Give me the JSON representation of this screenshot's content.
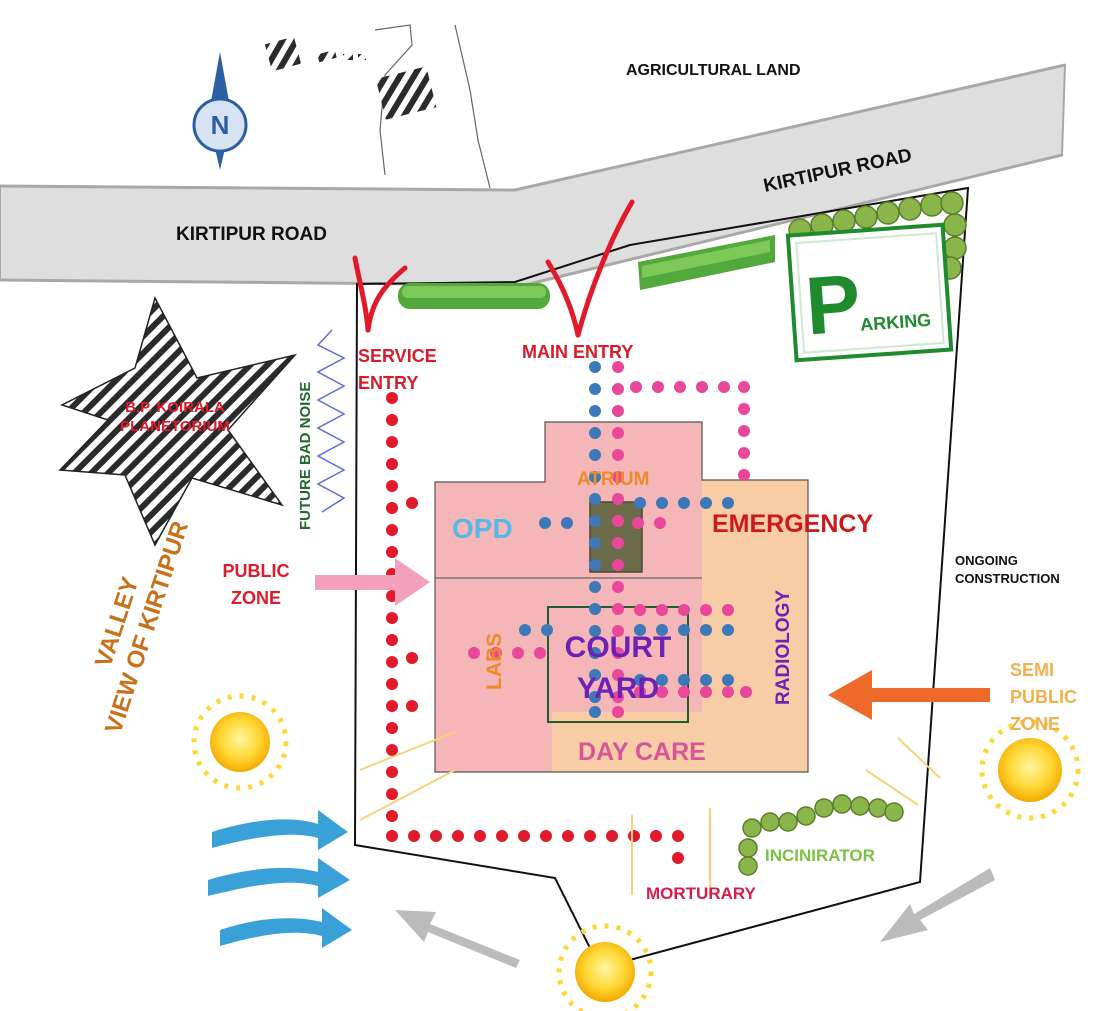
{
  "labels": {
    "agricultural_land": "AGRICULTURAL LAND",
    "road_left": "KIRTIPUR ROAD",
    "road_right": "KIRTIPUR ROAD",
    "service_entry": "SERVICE\nENTRY",
    "main_entry": "MAIN ENTRY",
    "planetorium": "B.P. KOIRALA\nPLANETORIUM",
    "future_noise": "FUTURE BAD NOISE",
    "view_valley": "VIEW OF KIRTIPUR\nVALLEY",
    "public_zone": "PUBLIC\nZONE",
    "semi_public_zone": "SEMI\nPUBLIC\nZONE",
    "ongoing_construction": "ONGOING\nCONSTRUCTION",
    "atrium": "ATRIUM",
    "opd": "OPD",
    "emergency": "EMERGENCY",
    "labs": "LABS",
    "court_yard": "COURT\nYARD",
    "radiology": "RADIOLOGY",
    "day_care": "DAY CARE",
    "incinirator": "INCINIRATOR",
    "morturary": "MORTURARY",
    "parking_p": "P",
    "parking_rest": "ARKING",
    "north": "N"
  },
  "colors": {
    "road": "#dedede",
    "road_edge": "#a8a8a8",
    "building_pink": "#f4b6b6",
    "building_peach": "#f8cda6",
    "red_path": "#e0192b",
    "blue_path": "#3d78b8",
    "magenta_path": "#e8479a",
    "opd": "#57b8e8",
    "emergency": "#cc1a1a",
    "orange_text": "#f08a28",
    "purple": "#6e22b5",
    "day_care": "#d8559a",
    "green": "#1f8a2e",
    "incinirator": "#7cc142",
    "morturary": "#d81b4a",
    "valley": "#c9711a",
    "semi_public": "#f3b04a",
    "sun": "#ffd633",
    "wind_blue": "#3aa0d8",
    "wind_grey": "#bbbbbb",
    "compass": "#2b5fa1"
  },
  "icons": [
    "north-compass-icon",
    "sun-icon",
    "wind-arrow-icon",
    "parking-sign-icon",
    "entry-arrow-icon",
    "hedge-icon"
  ]
}
